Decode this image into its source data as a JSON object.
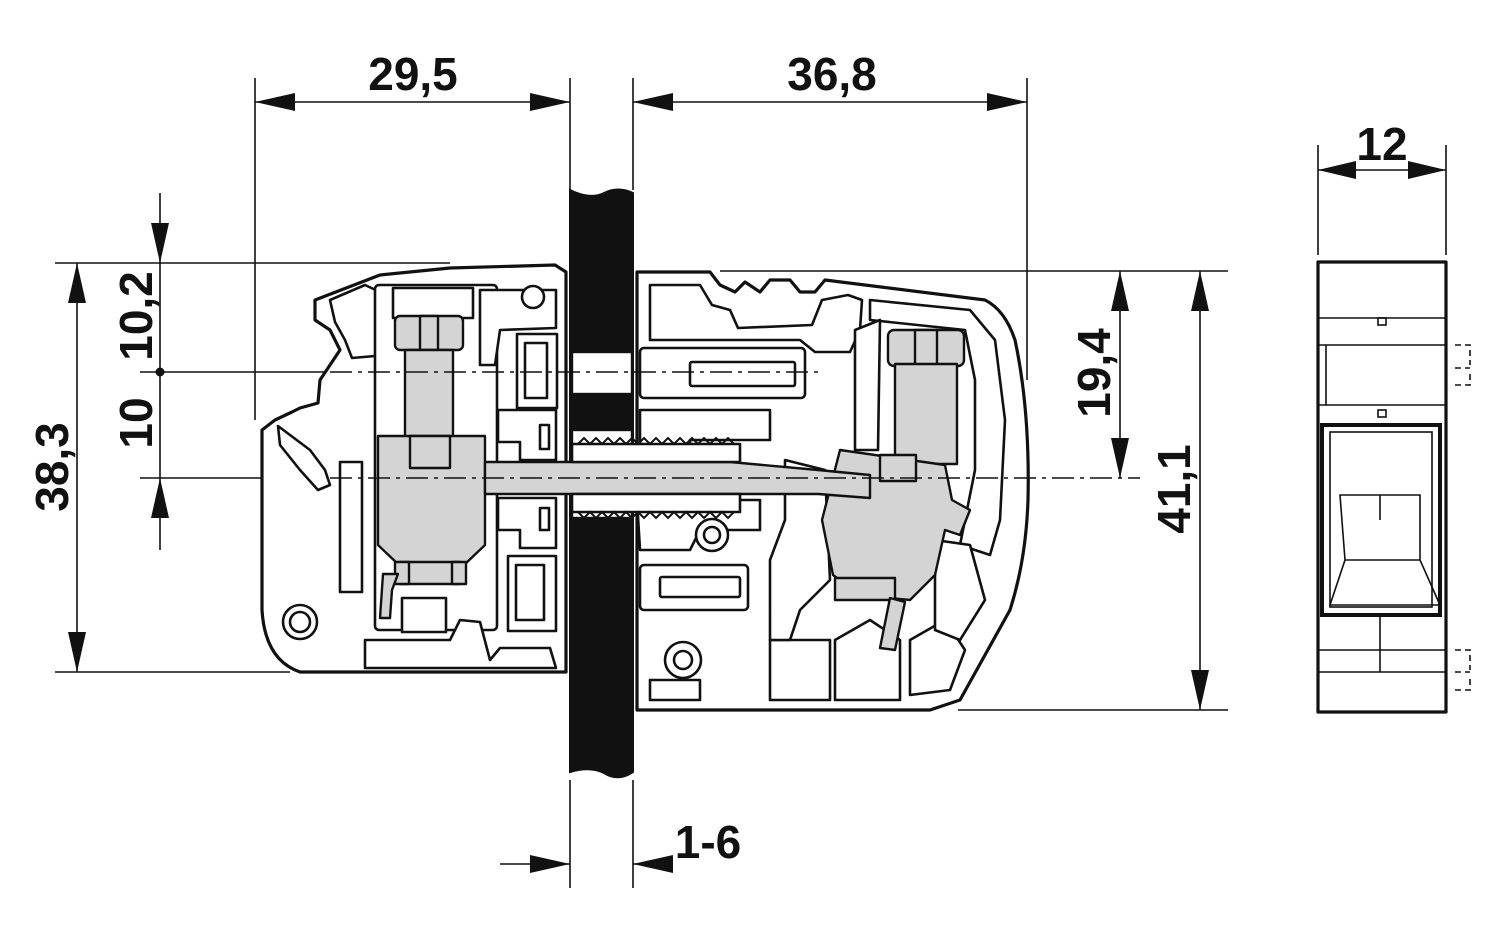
{
  "dimensions": {
    "left_width": "29,5",
    "right_width": "36,8",
    "profile_width": "12",
    "left_height": "38,3",
    "upper_offset": "10,2",
    "lower_offset": "10",
    "right_offset": "19,4",
    "right_height": "41,1",
    "panel_thickness": "1-6"
  },
  "colors": {
    "line": "#111111",
    "metal_parts": "#d4d4d4",
    "panel": "#111111",
    "background": "#ffffff"
  }
}
